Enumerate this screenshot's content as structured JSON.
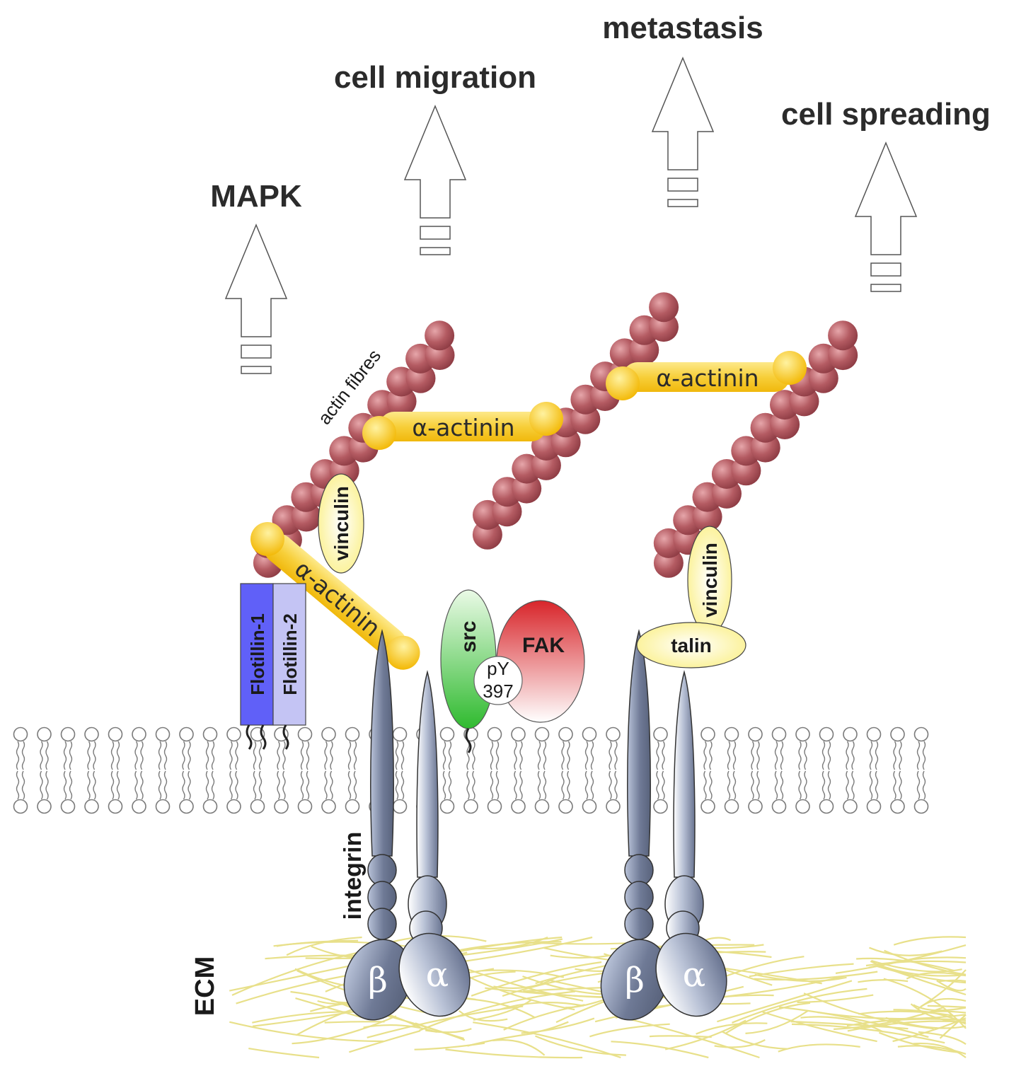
{
  "outcomes": {
    "mapk": "MAPK",
    "cell_migration": "cell migration",
    "metastasis": "metastasis",
    "cell_spreading": "cell spreading"
  },
  "labels": {
    "actin_fibres": "actin fibres",
    "alpha_actinin": "α-actinin",
    "vinculin": "vinculin",
    "talin": "talin",
    "flotillin_1": "Flotillin-1",
    "flotillin_2": "Flotillin-2",
    "src": "src",
    "fak": "FAK",
    "py": "pY",
    "py_num": "397",
    "integrin": "integrin",
    "ecm": "ECM",
    "beta": "β",
    "alpha": "α"
  },
  "colors": {
    "actin": "#b45b62",
    "actinin": "#f6c51a",
    "vinculin": "#fff6a8",
    "flotillin_1": "#6060f8",
    "flotillin_2": "#c4c4f4",
    "src": "#3ec03e",
    "fak": "#d8262a",
    "integrin": "#6f7a96",
    "ecm": "#e8e08a",
    "membrane": "#7a7a7a"
  },
  "icons": [
    "up-arrow-icon"
  ]
}
